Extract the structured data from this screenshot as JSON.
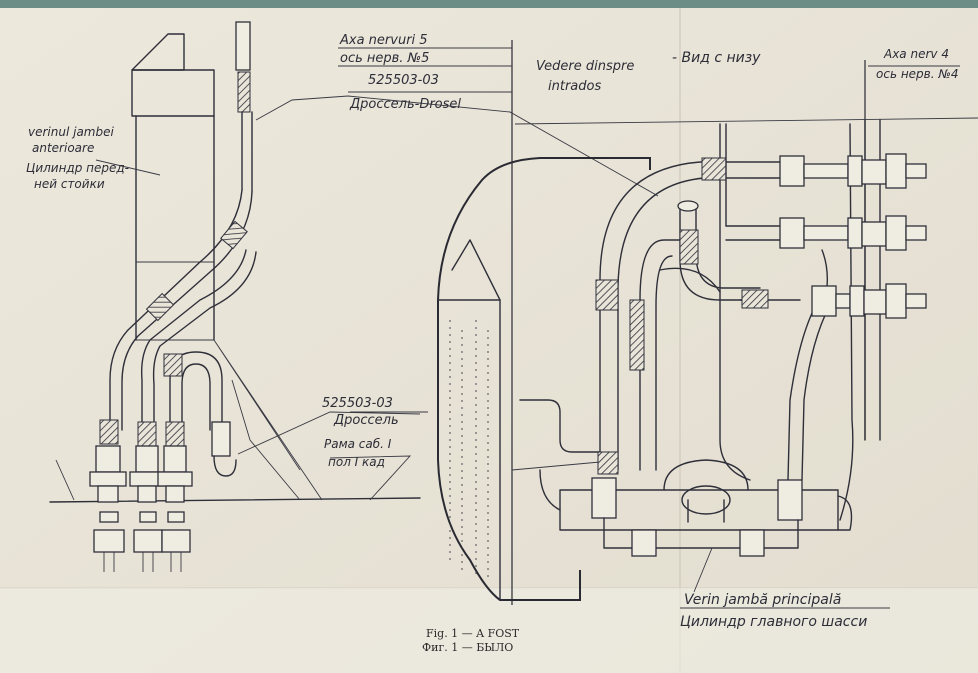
{
  "labels": {
    "axa_nervuri_5": "Axa nervuri 5",
    "os_nerv_5": "ось нерв. №5",
    "vedere_dinspre": "Vedere dinspre",
    "intrados": "intrados",
    "vid_s_nizu": "- Вид с низу",
    "axa_nerv_4": "Axa nerv 4",
    "os_nerv_4": "ось нерв. №4",
    "part_number_top": "525503-03",
    "drossel_top": "Дроссель-Drosel",
    "verinul_jambei": "verinul jambei",
    "anterioare": "anterioare",
    "cilindr_pered": "Цилиндр перед-",
    "nei_stoiki": "ней стойки",
    "part_number_bottom": "525503-03",
    "drossel_bottom": "Дроссель",
    "rama_sab": "Рама саб. I",
    "pol_kad": "пол I кад",
    "verin_jamba": "Verin jambă principală",
    "cilindr_glavnogo": "Цилиндр главного шасси"
  },
  "caption": {
    "line1": "Fig. 1 — A FOST",
    "line2": "Фиг. 1 — БЫЛО"
  }
}
